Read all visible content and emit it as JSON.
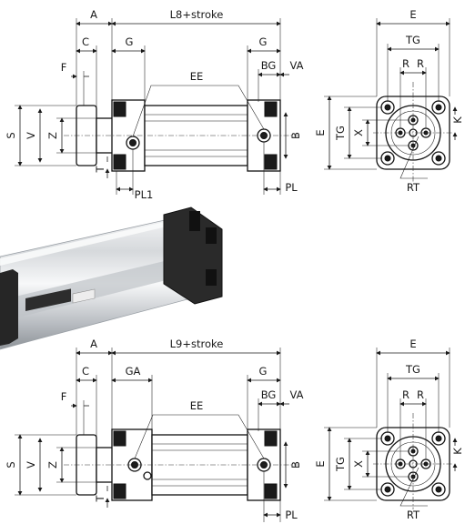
{
  "top_view": {
    "labels": {
      "A": "A",
      "L8": "L8+stroke",
      "C": "C",
      "G_left": "G",
      "G_right": "G",
      "F": "F",
      "EE": "EE",
      "BG": "BG",
      "VA": "VA",
      "S": "S",
      "V": "V",
      "Z": "Z",
      "T": "T",
      "B": "B",
      "PL1": "PL1",
      "PL": "PL"
    }
  },
  "top_end_view": {
    "labels": {
      "E_top": "E",
      "TG_top": "TG",
      "R1": "R",
      "R2": "R",
      "E_side": "E",
      "TG_side": "TG",
      "X": "X",
      "K": "K",
      "RT": "RT"
    }
  },
  "bottom_view": {
    "labels": {
      "A": "A",
      "L9": "L9+stroke",
      "C": "C",
      "GA": "GA",
      "G_right": "G",
      "F": "F",
      "EE": "EE",
      "BG": "BG",
      "VA": "VA",
      "S": "S",
      "V": "V",
      "Z": "Z",
      "T": "T",
      "B": "B",
      "PL": "PL"
    }
  },
  "bottom_end_view": {
    "labels": {
      "E_top": "E",
      "TG_top": "TG",
      "R1": "R",
      "R2": "R",
      "E_side": "E",
      "TG_side": "TG",
      "X": "X",
      "K": "K",
      "RT": "RT"
    }
  },
  "colors": {
    "line": "#1a1a1a",
    "cylinder_body": "#c9ccd0",
    "end_cap": "#2a2a2a"
  }
}
